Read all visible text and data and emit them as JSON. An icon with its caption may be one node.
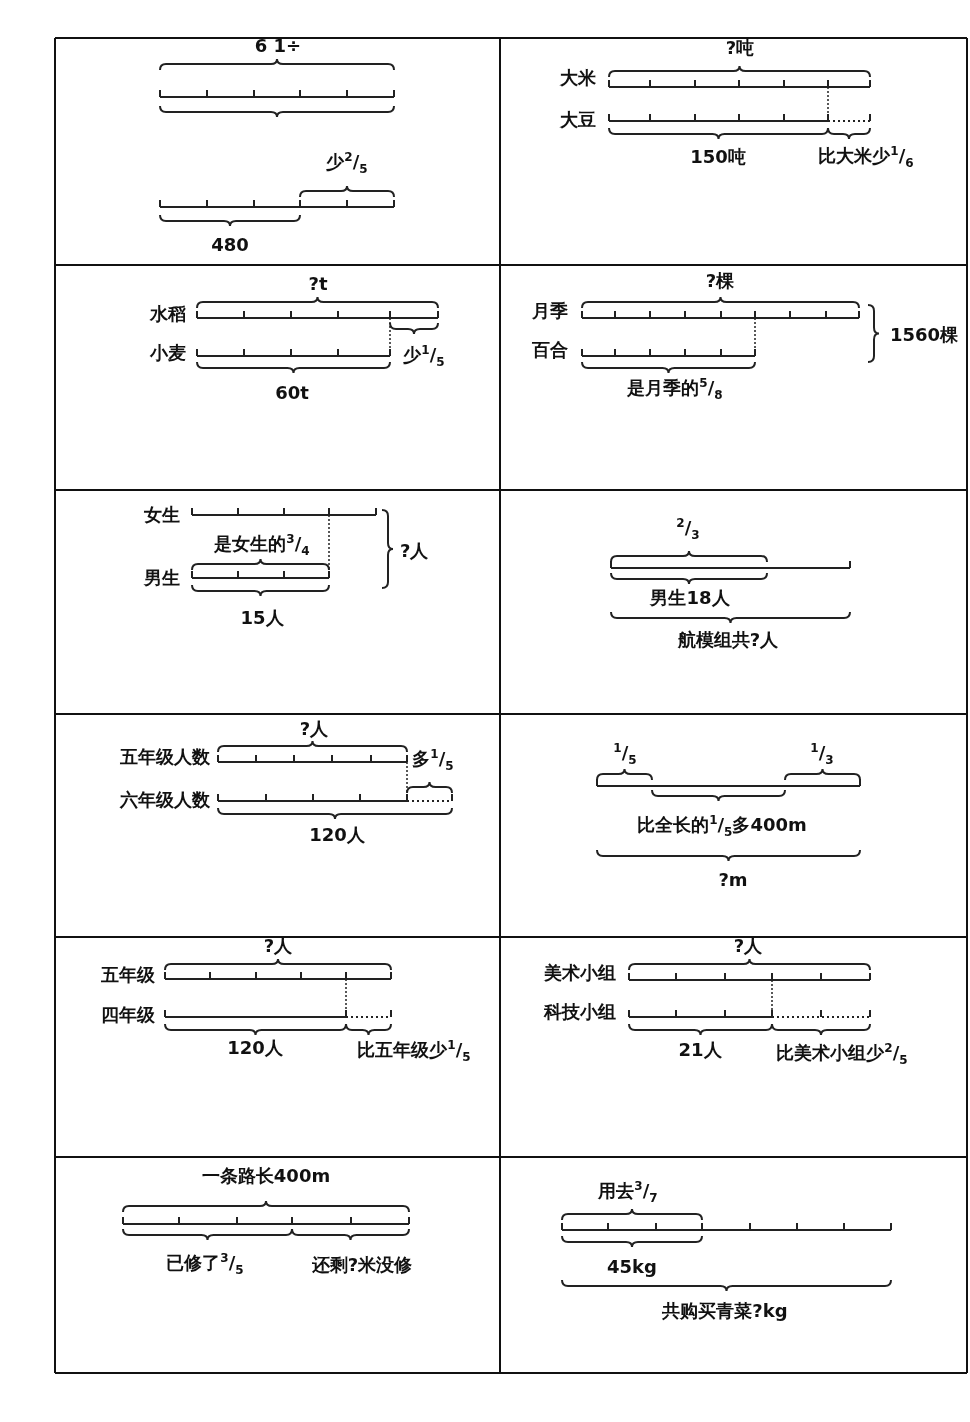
{
  "diagram": {
    "labels": [
      "6 1÷",
      "少$^{2}$/$_{5}$",
      "480",
      "?吨",
      "大米",
      "大豆",
      "150吨",
      "比大米少$^{1}$/$_{6}$",
      "?t",
      "水稻",
      "小麦",
      "少$^{1}$/$_{5}$",
      "60t",
      "?棵",
      "月季",
      "百合",
      "1560棵",
      "是月季的$^{5}$/$_{8}$",
      "女生",
      "是女生的$^{3}$/$_{4}$",
      "?人",
      "男生",
      "15人",
      "$^{2}$/$_{3}$",
      "男生18人",
      "航模组共?人",
      "?人",
      "五年级人数",
      "多$^{1}$/$_{5}$",
      "六年级人数",
      "120人",
      "$^{1}$/$_{5}$",
      "$^{1}$/$_{3}$",
      "比全长的$^{1}$/$_{5}$多400m",
      "?m",
      "?人",
      "五年级",
      "四年级",
      "120人",
      "比五年级少$^{1}$/$_{5}$",
      "?人",
      "美术小组",
      "科技小组",
      "21人",
      "比美术小组少$^{2}$/$_{5}$",
      "一条路长400m",
      "已修了$^{3}$/$_{5}$",
      "还剩?米没修",
      "用去$^{3}$/$_{7}$",
      "45kg",
      "共购买青菜?kg"
    ]
  }
}
